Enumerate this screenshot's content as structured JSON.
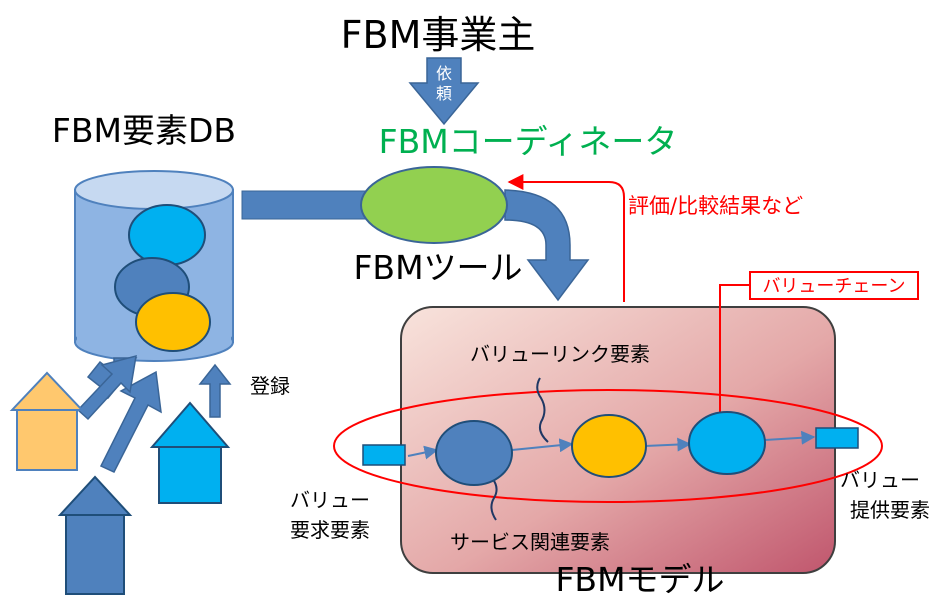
{
  "labels": {
    "fbm_owner": "FBM事業主",
    "request_char1": "依",
    "request_char2": "頼",
    "coordinator": "FBMコーディネータ",
    "element_db": "FBM要素DB",
    "tool": "FBMツール",
    "evaluation": "評価/比較結果など",
    "value_chain": "バリューチェーン",
    "value_link_element": "バリューリンク要素",
    "register": "登録",
    "value_request_line1": "バリュー",
    "value_request_line2": "要求要素",
    "service_related_element": "サービス関連要素",
    "value_provide_line1": "バリュー",
    "value_provide_line2": "提供要素",
    "model": "FBMモデル"
  },
  "colors": {
    "arrow_blue": "#4f81bd",
    "arrow_blue_border": "#3a6597",
    "cylinder_fill": "#8eb4e3",
    "cylinder_top": "#c6d9f1",
    "light_blue": "#00b0f0",
    "mid_blue": "#4f81bd",
    "orange": "#ffc000",
    "green_tool": "#92d050",
    "coordinator_text": "#00b050",
    "red": "#ff0000",
    "house_orange": "#ffc86e",
    "model_box_light": "#f6dcd5",
    "model_box_dark": "#c0566d"
  }
}
